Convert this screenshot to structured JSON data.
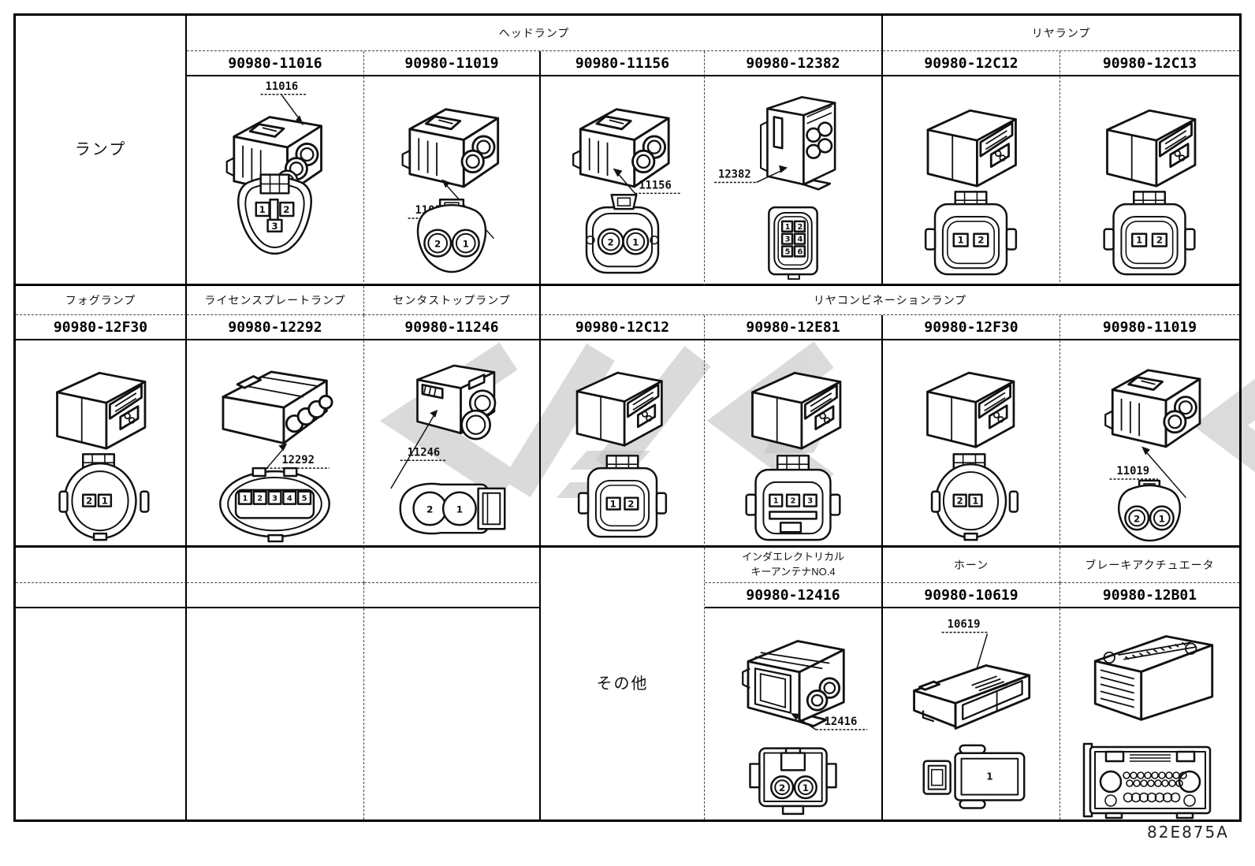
{
  "title_groups": {
    "headlamp": "ヘッドランプ",
    "rearlamp": "リヤランプ"
  },
  "row1": {
    "label": "ランプ",
    "cells": [
      {
        "pn": "90980-11016",
        "callout": "11016",
        "pins": [
          "1",
          "2",
          "3"
        ]
      },
      {
        "pn": "90980-11019",
        "callout": "11019",
        "pins": [
          "2",
          "1"
        ]
      },
      {
        "pn": "90980-11156",
        "callout": "11156",
        "pins": [
          "2",
          "1"
        ]
      },
      {
        "pn": "90980-12382",
        "callout": "12382",
        "pins": [
          "1",
          "2",
          "3",
          "4",
          "5",
          "6"
        ]
      },
      {
        "pn": "90980-12C12",
        "pins": [
          "1",
          "2"
        ]
      },
      {
        "pn": "90980-12C13",
        "pins": [
          "1",
          "2"
        ]
      }
    ]
  },
  "row2": {
    "labels": {
      "fog": "フォグランプ",
      "license": "ライセンスプレートランプ",
      "centerstop": "センタストップランプ",
      "rearcombo": "リヤコンビネーションランプ"
    },
    "cells": [
      {
        "pn": "90980-12F30",
        "pins": [
          "2",
          "1"
        ]
      },
      {
        "pn": "90980-12292",
        "callout": "12292",
        "pins": [
          "1",
          "2",
          "3",
          "4",
          "5"
        ]
      },
      {
        "pn": "90980-11246",
        "callout": "11246",
        "pins": [
          "2",
          "1"
        ]
      },
      {
        "pn": "90980-12C12",
        "pins": [
          "1",
          "2"
        ]
      },
      {
        "pn": "90980-12E81",
        "pins": [
          "1",
          "2",
          "3"
        ]
      },
      {
        "pn": "90980-12F30",
        "pins": [
          "2",
          "1"
        ]
      },
      {
        "pn": "90980-11019",
        "callout": "11019",
        "pins": [
          "2",
          "1"
        ]
      }
    ]
  },
  "row3": {
    "other": "その他",
    "labels": {
      "antenna_line1": "インダエレクトリカル",
      "antenna_line2": "キーアンテナNO.4",
      "horn": "ホーン",
      "brake": "ブレーキアクチュエータ"
    },
    "cells": [
      {
        "pn": "90980-12416",
        "callout": "12416",
        "pins": [
          "2",
          "1"
        ]
      },
      {
        "pn": "90980-10619",
        "callout": "10619",
        "pins": [
          "1"
        ]
      },
      {
        "pn": "90980-12B01"
      }
    ]
  },
  "footer": {
    "doc_code": "82E875A"
  }
}
